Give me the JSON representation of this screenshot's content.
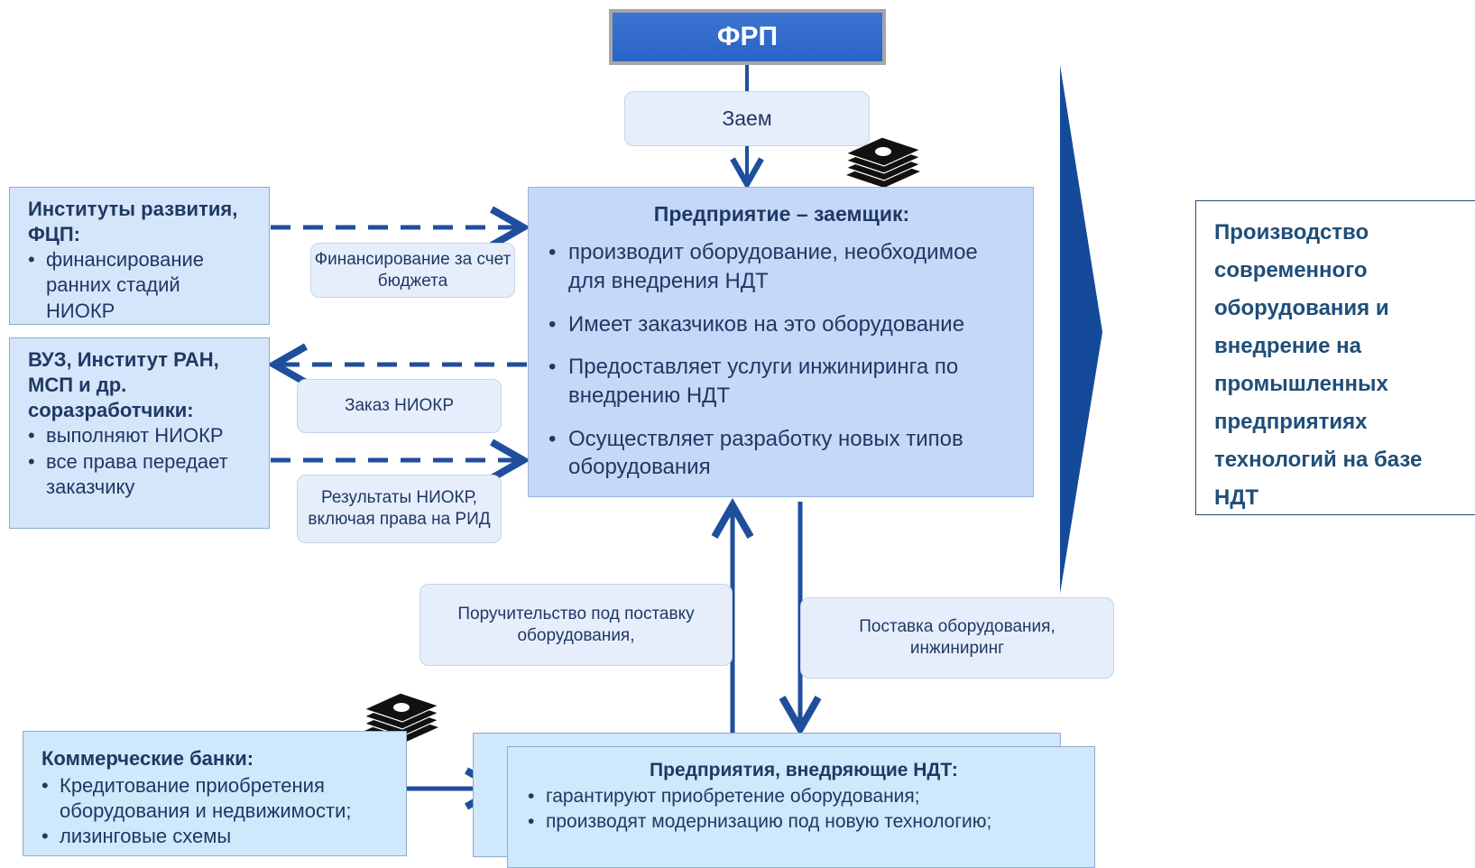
{
  "frp": "ФРП",
  "loan_label": "Заем",
  "institutes": {
    "title": "Институты развития, ФЦП:",
    "items": [
      "финансирование ранних стадий НИОКР"
    ]
  },
  "funding_label": "Финансирование за счет бюджета",
  "universities": {
    "title": "ВУЗ, Институт РАН, МСП и др. соразработчики:",
    "items": [
      "выполняют НИОКР",
      "все права передает заказчику"
    ]
  },
  "rd_order_label": "Заказ НИОКР",
  "rd_results_label": "Результаты НИОКР, включая права на РИД",
  "borrower": {
    "title": "Предприятие – заемщик:",
    "items": [
      "производит оборудование, необходимое для внедрения НДТ",
      "Имеет заказчиков на это оборудование",
      "Предоставляет услуги инжиниринга по внедрению НДТ",
      "Осуществляет разработку новых типов оборудования"
    ]
  },
  "result_text": "Производство современного оборудования и внедрение на промышленных предприятиях технологий на базе НДТ",
  "guarantee_label": "Поручительство под поставку оборудования,",
  "supply_label": "Поставка оборудования, инжиниринг",
  "banks": {
    "title": "Коммерческие банки:",
    "items": [
      "Кредитование приобретения оборудования и недвижимости;",
      "лизинговые схемы"
    ]
  },
  "adopters": {
    "title": "Предприятия, внедряющие НДТ:",
    "items": [
      "гарантируют приобретение оборудования;",
      "производят модернизацию под новую технологию;"
    ]
  },
  "colors": {
    "arrow": "#1f4e9c",
    "frp_fill": "#3b74d0",
    "big_chevron": "#154a9a"
  },
  "icons": [
    "money-stack-icon"
  ]
}
